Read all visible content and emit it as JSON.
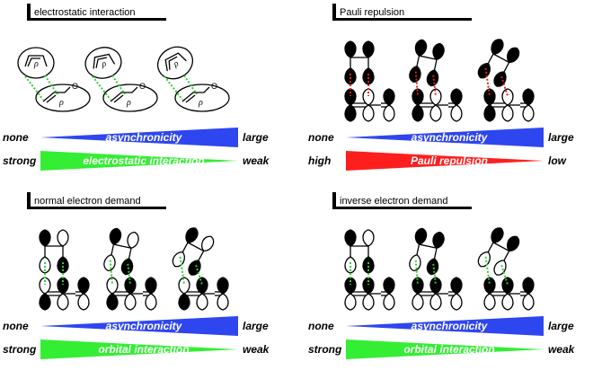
{
  "colors": {
    "asynchronicity": "#2e46f0",
    "electrostatic": "#33ee33",
    "pauli": "#ff1e1e",
    "orbital": "#33ee33",
    "contact_electrostatic": "#33cc33",
    "contact_pauli": "#e02020",
    "contact_orbital": "#33cc33"
  },
  "panels": [
    {
      "id": "electrostatic",
      "title": "electrostatic interaction",
      "style": "electrostatic",
      "contact": "contact_electrostatic",
      "wedges": [
        {
          "left": "none",
          "text": "asynchronicity",
          "right": "large",
          "color": "asynchronicity",
          "direction": "increasing"
        },
        {
          "left": "strong",
          "text": "electrostatic interaction",
          "right": "weak",
          "color": "electrostatic",
          "direction": "decreasing"
        }
      ]
    },
    {
      "id": "pauli",
      "title": "Pauli repulsion",
      "style": "lobes",
      "lobeSet": "pauli",
      "contact": "contact_pauli",
      "wedges": [
        {
          "left": "none",
          "text": "asynchronicity",
          "right": "large",
          "color": "asynchronicity",
          "direction": "increasing"
        },
        {
          "left": "high",
          "text": "Pauli repulsion",
          "right": "low",
          "color": "pauli",
          "direction": "decreasing"
        }
      ]
    },
    {
      "id": "normal",
      "title": "normal electron demand",
      "style": "lobes",
      "lobeSet": "normal",
      "contact": "contact_orbital",
      "wedges": [
        {
          "left": "none",
          "text": "asynchronicity",
          "right": "large",
          "color": "asynchronicity",
          "direction": "increasing"
        },
        {
          "left": "strong",
          "text": "orbital interaction",
          "right": "weak",
          "color": "orbital",
          "direction": "decreasing"
        }
      ]
    },
    {
      "id": "inverse",
      "title": "inverse electron demand",
      "style": "lobes",
      "lobeSet": "inverse",
      "contact": "contact_orbital",
      "wedges": [
        {
          "left": "none",
          "text": "asynchronicity",
          "right": "large",
          "color": "asynchronicity",
          "direction": "increasing"
        },
        {
          "left": "strong",
          "text": "orbital interaction",
          "right": "weak",
          "color": "orbital",
          "direction": "decreasing"
        }
      ]
    }
  ],
  "structure_labels": {
    "density": "ρ",
    "oxygen": "O"
  },
  "lobe_sets": {
    "pauli": [
      [
        1,
        1,
        1,
        1,
        1,
        1,
        0,
        0
      ],
      [
        1,
        1,
        1,
        1,
        1,
        1,
        0,
        0
      ],
      [
        1,
        1,
        1,
        1,
        1,
        1,
        0,
        0
      ]
    ],
    "normal": [
      [
        1,
        0,
        0,
        1,
        0,
        1,
        1,
        0
      ],
      [
        1,
        0,
        0,
        1,
        0,
        1,
        1,
        0
      ],
      [
        1,
        0,
        0,
        1,
        0,
        1,
        1,
        0
      ]
    ],
    "inverse": [
      [
        1,
        0,
        0,
        1,
        1,
        0,
        1,
        0
      ],
      [
        1,
        0,
        1,
        1,
        1,
        0,
        1,
        0
      ],
      [
        1,
        0,
        1,
        0,
        1,
        0,
        1,
        0
      ]
    ]
  },
  "tilts": [
    0,
    12,
    28
  ]
}
